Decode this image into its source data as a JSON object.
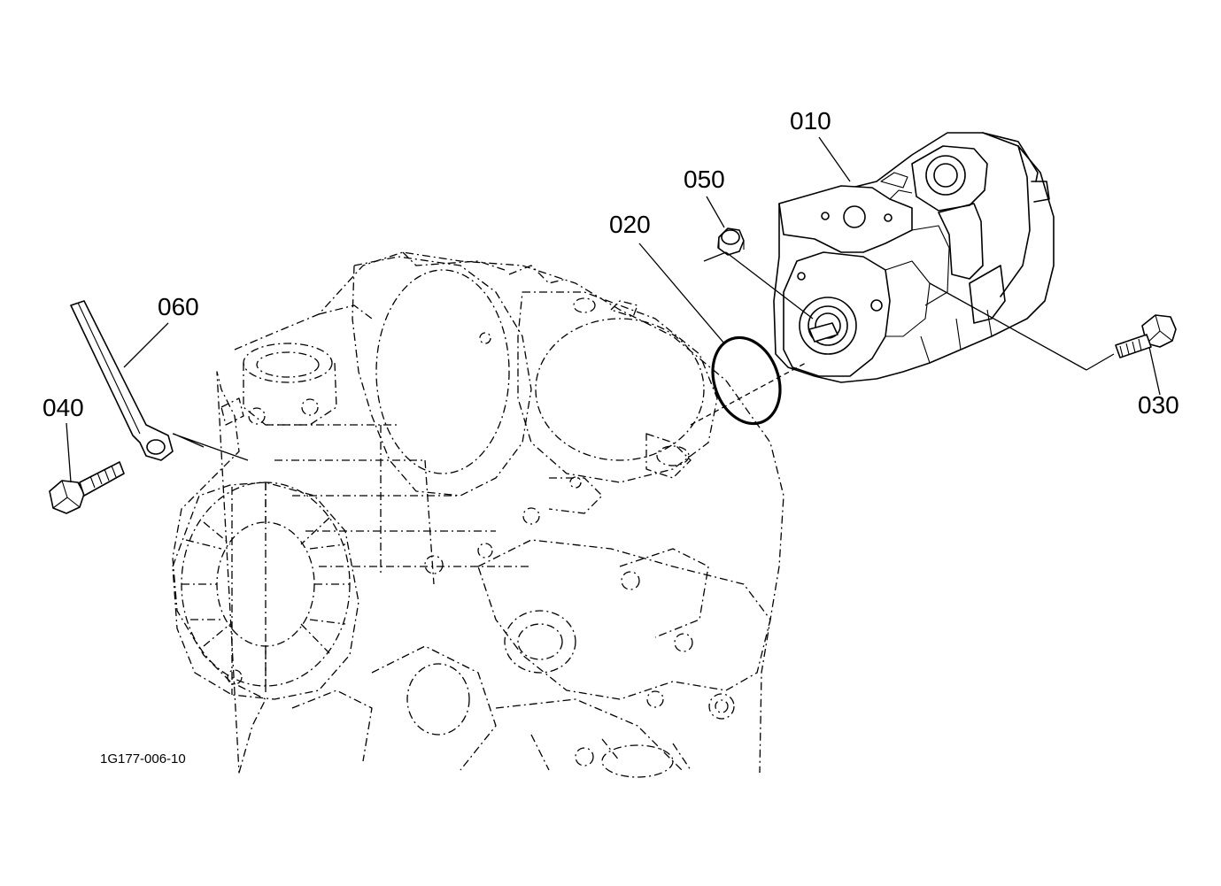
{
  "callouts": {
    "part_010": "010",
    "part_020": "020",
    "part_030": "030",
    "part_040": "040",
    "part_050": "050",
    "part_060": "060"
  },
  "figure_reference": "1G177-006-10"
}
